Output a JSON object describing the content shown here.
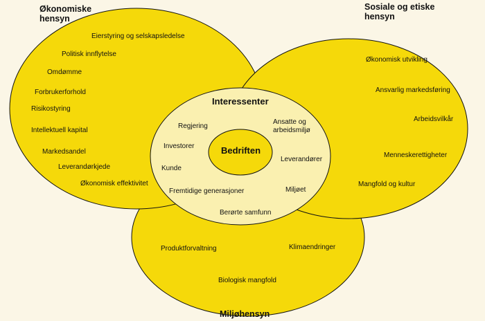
{
  "colors": {
    "background": "#fbf6e6",
    "yellow": "#f5d90a",
    "light_yellow": "#faf0b0",
    "stroke": "#111111"
  },
  "headings": {
    "economic_line1": "Økonomiske",
    "economic_line2": "hensyn",
    "social_line1": "Sosiale og etiske",
    "social_line2": "hensyn",
    "environment": "Miljøhensyn"
  },
  "economic_items": [
    "Eierstyring og selskapsledelse",
    "Politisk innflytelse",
    "Omdømme",
    "Forbrukerforhold",
    "Risikostyring",
    "Intellektuell kapital",
    "Markedsandel",
    "Leverandørkjede",
    "Økonomisk effektivitet"
  ],
  "social_items": [
    "Økonomisk utvikling",
    "Ansvarlig markedsføring",
    "Arbeidsvilkår",
    "Menneskerettigheter",
    "Mangfold og kultur"
  ],
  "environment_items": [
    "Produktforvaltning",
    "Klimaendringer",
    "Biologisk mangfold"
  ],
  "stakeholders": {
    "title": "Interessenter",
    "items": [
      "Regjering",
      "Ansatte og",
      "arbeidsmiljø",
      "Investorer",
      "Leverandører",
      "Kunde",
      "Fremtidige generasjoner",
      "Miljøet",
      "Berørte samfunn"
    ]
  },
  "core": {
    "label": "Bedriften"
  }
}
